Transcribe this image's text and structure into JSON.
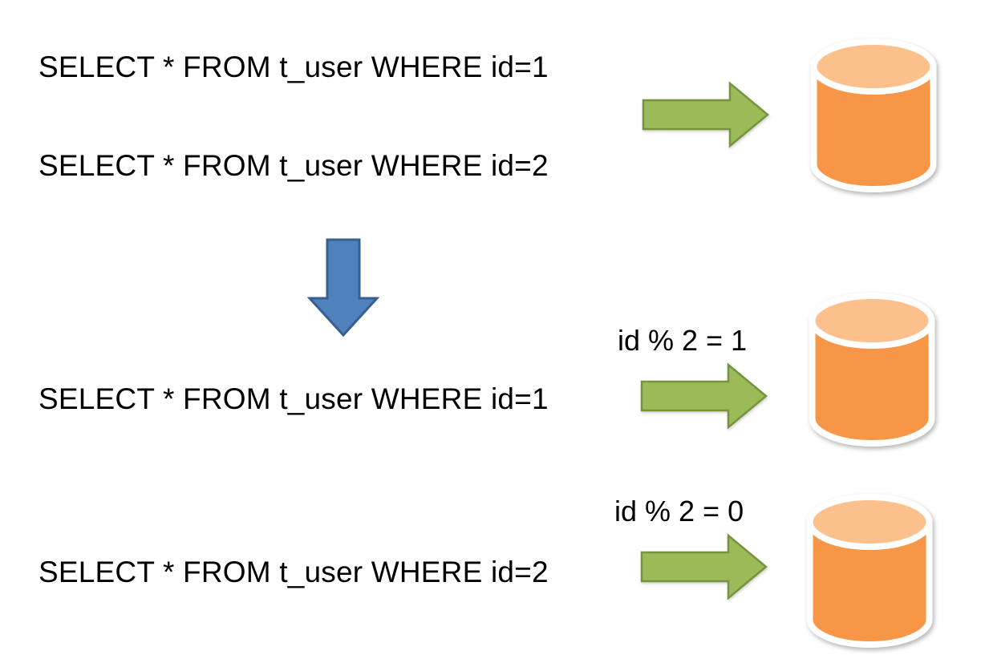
{
  "texts": {
    "query_top_1": "SELECT * FROM t_user WHERE id=1",
    "query_top_2": "SELECT * FROM t_user WHERE id=2",
    "query_bottom_1": "SELECT * FROM t_user WHERE id=1",
    "query_bottom_2": "SELECT * FROM t_user WHERE id=2",
    "route_label_1": "id % 2 = 1",
    "route_label_2": "id % 2 = 0"
  },
  "icons": {
    "green_right_arrow": "right-block-arrow",
    "blue_down_arrow": "down-block-arrow",
    "database_cylinder": "database-cylinder"
  },
  "colors": {
    "arrow_green_fill": "#9bbb59",
    "arrow_green_border": "#77933c",
    "arrow_blue_fill": "#4f81bd",
    "arrow_blue_border": "#376091",
    "db_body": "#f79646",
    "db_top": "#fbc08c",
    "db_outline": "#ffffff",
    "text_color": "#000000",
    "background": "#ffffff"
  }
}
